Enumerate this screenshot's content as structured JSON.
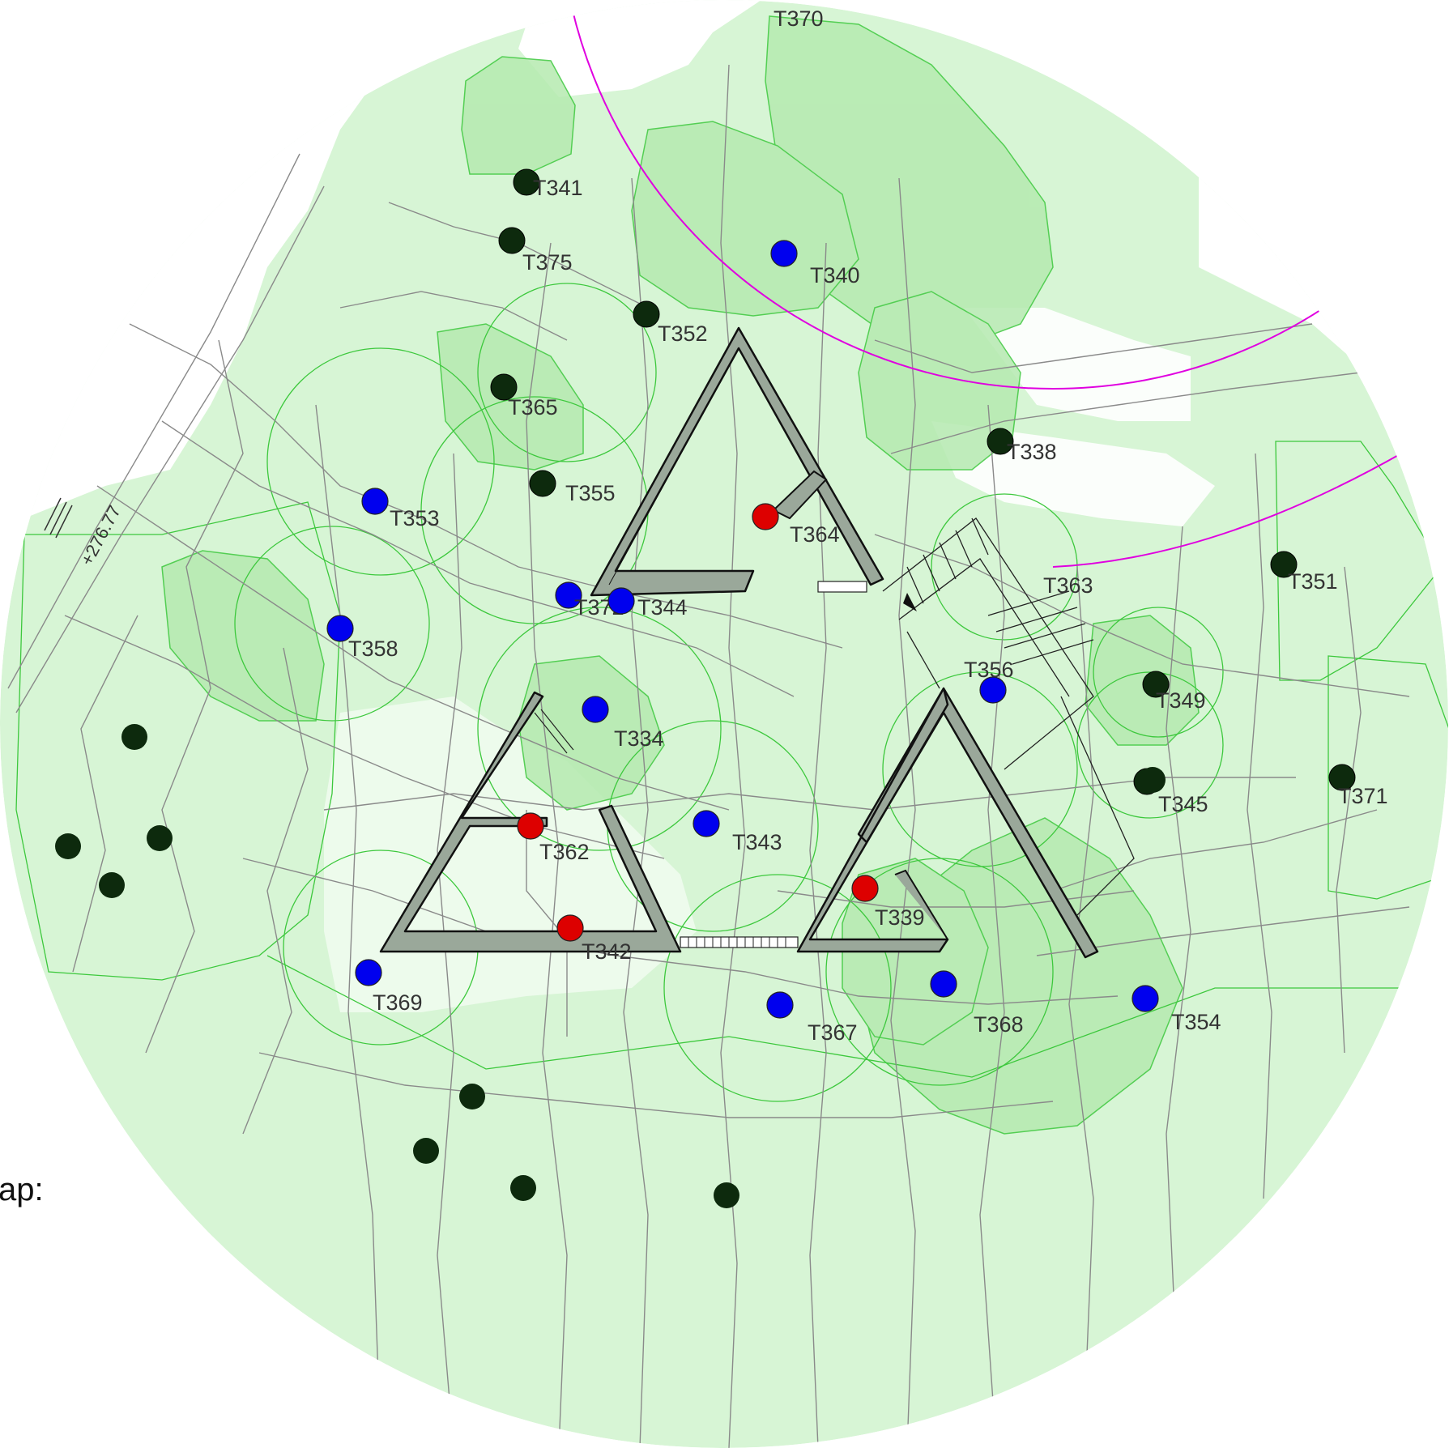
{
  "colors": {
    "canopy_fill": "#d7f5d5",
    "canopy_dark": "#b5eab0",
    "canopy_stroke": "#3dc83d",
    "remove": "#dd0000",
    "retain": "#0000ee",
    "existing": "#0d2a0d",
    "survey_line": "#8a8a8a",
    "tpz_circle": "#e000e0",
    "building_fill": "#9aa89a",
    "building_stroke": "#111111"
  },
  "side_text": "ap:",
  "contour_label": "+276.77",
  "trees": [
    {
      "id": "T370",
      "label": "T370",
      "status": "existing"
    },
    {
      "id": "T341",
      "label": "T341",
      "status": "existing"
    },
    {
      "id": "T375",
      "label": "T375",
      "status": "existing"
    },
    {
      "id": "T340",
      "label": "T340",
      "status": "retain"
    },
    {
      "id": "T352",
      "label": "T352",
      "status": "existing"
    },
    {
      "id": "T365",
      "label": "T365",
      "status": "existing"
    },
    {
      "id": "T338",
      "label": "T338",
      "status": "existing"
    },
    {
      "id": "T355",
      "label": "T355",
      "status": "existing"
    },
    {
      "id": "T353",
      "label": "T353",
      "status": "retain"
    },
    {
      "id": "T364",
      "label": "T364",
      "status": "remove"
    },
    {
      "id": "T351",
      "label": "T351",
      "status": "existing"
    },
    {
      "id": "T363",
      "label": "T363",
      "status": "existing"
    },
    {
      "id": "T372",
      "label": "T372",
      "status": "retain"
    },
    {
      "id": "T344",
      "label": "T344",
      "status": "retain"
    },
    {
      "id": "T358",
      "label": "T358",
      "status": "retain"
    },
    {
      "id": "T356",
      "label": "T356",
      "status": "retain"
    },
    {
      "id": "T349",
      "label": "T349",
      "status": "existing"
    },
    {
      "id": "T334",
      "label": "T334",
      "status": "retain"
    },
    {
      "id": "T345",
      "label": "T345",
      "status": "existing"
    },
    {
      "id": "T371",
      "label": "T371",
      "status": "existing"
    },
    {
      "id": "T343",
      "label": "T343",
      "status": "retain"
    },
    {
      "id": "T362",
      "label": "T362",
      "status": "remove"
    },
    {
      "id": "T339",
      "label": "T339",
      "status": "remove"
    },
    {
      "id": "T342",
      "label": "T342",
      "status": "remove"
    },
    {
      "id": "T369",
      "label": "T369",
      "status": "retain"
    },
    {
      "id": "T367",
      "label": "T367",
      "status": "retain"
    },
    {
      "id": "T368",
      "label": "T368",
      "status": "retain"
    },
    {
      "id": "T354",
      "label": "T354",
      "status": "retain"
    }
  ],
  "unlabeled_tree_count": 10
}
